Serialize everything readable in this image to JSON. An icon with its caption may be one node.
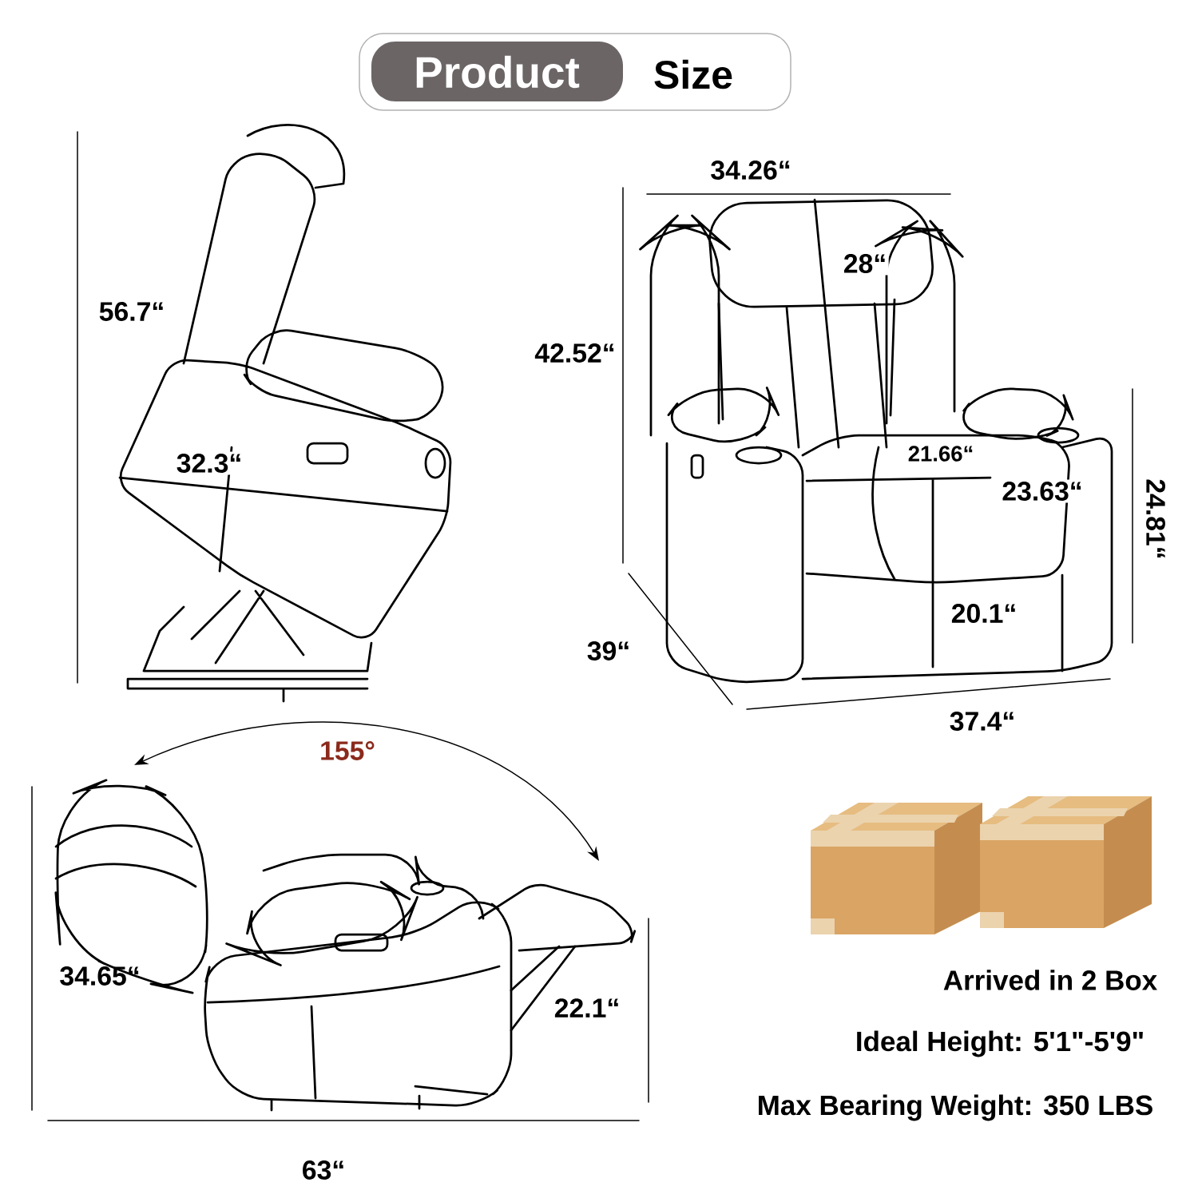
{
  "diagram": {
    "labels": [
      "Product",
      "Size",
      "34.26“",
      "56.7“",
      "28“",
      "42.52“",
      "32.3“",
      "21.66“",
      "23.63“",
      "24.81“",
      "20.1“",
      "39“",
      "37.4“",
      "155°",
      "34.65“",
      "22.1“",
      "63“",
      "Arrived in 2 Box",
      "Ideal Height: 5'1\"-5'9\"",
      "Max Bearing Weight: 350 LBS"
    ]
  }
}
